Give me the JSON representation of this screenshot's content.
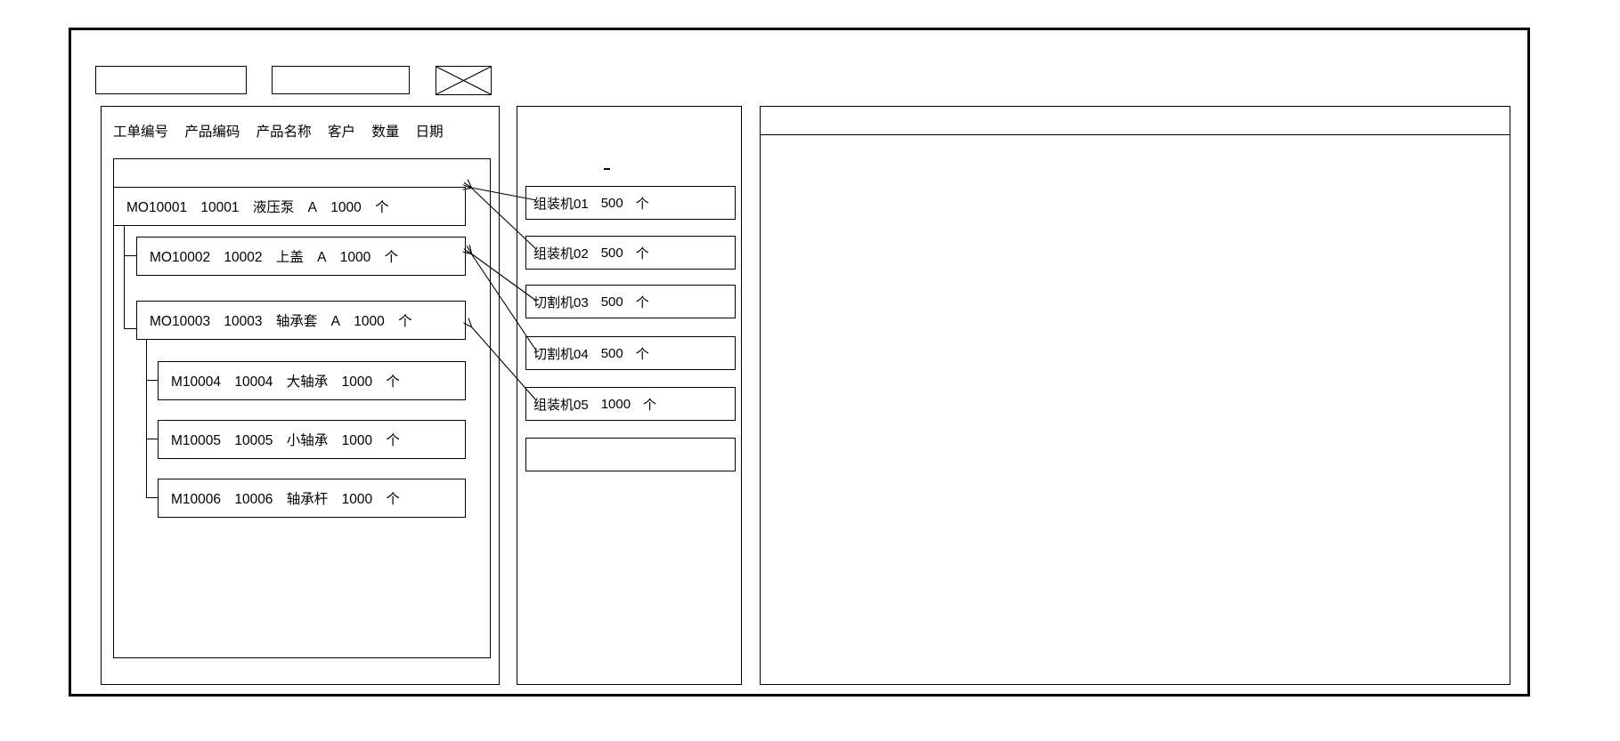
{
  "window": {
    "toolbar": {
      "field_1_value": "",
      "field_1_placeholder": "",
      "field_2_value": "",
      "field_2_placeholder": "",
      "image_placeholder_label": "image-placeholder"
    }
  },
  "left_panel": {
    "columns": [
      "工单编号",
      "产品编码",
      "产品名称",
      "客户",
      "数量",
      "日期"
    ],
    "rows": [
      {
        "order_no": "MO10001",
        "product_code": "10001",
        "product_name": "液压泵",
        "customer": "A",
        "qty": "1000",
        "unit": "个",
        "level": 0
      },
      {
        "order_no": "MO10002",
        "product_code": "10002",
        "product_name": "上盖",
        "customer": "A",
        "qty": "1000",
        "unit": "个",
        "level": 1
      },
      {
        "order_no": "MO10003",
        "product_code": "10003",
        "product_name": "轴承套",
        "customer": "A",
        "qty": "1000",
        "unit": "个",
        "level": 1
      },
      {
        "order_no": "M10004",
        "product_code": "10004",
        "product_name": "大轴承",
        "customer": "",
        "qty": "1000",
        "unit": "个",
        "level": 2
      },
      {
        "order_no": "M10005",
        "product_code": "10005",
        "product_name": "小轴承",
        "customer": "",
        "qty": "1000",
        "unit": "个",
        "level": 2
      },
      {
        "order_no": "M10006",
        "product_code": "10006",
        "product_name": "轴承杆",
        "customer": "",
        "qty": "1000",
        "unit": "个",
        "level": 2
      }
    ]
  },
  "middle_panel": {
    "mark": "-",
    "items": [
      {
        "machine": "组装机01",
        "qty": "500",
        "unit": "个"
      },
      {
        "machine": "组装机02",
        "qty": "500",
        "unit": "个"
      },
      {
        "machine": "切割机03",
        "qty": "500",
        "unit": "个"
      },
      {
        "machine": "切割机04",
        "qty": "500",
        "unit": "个"
      },
      {
        "machine": "组装机05",
        "qty": "1000",
        "unit": "个"
      },
      {
        "machine": "",
        "qty": "",
        "unit": ""
      }
    ]
  },
  "right_panel": {
    "header_title": "",
    "body_text": ""
  },
  "colors": {
    "stroke": "#000000",
    "background": "#ffffff"
  }
}
